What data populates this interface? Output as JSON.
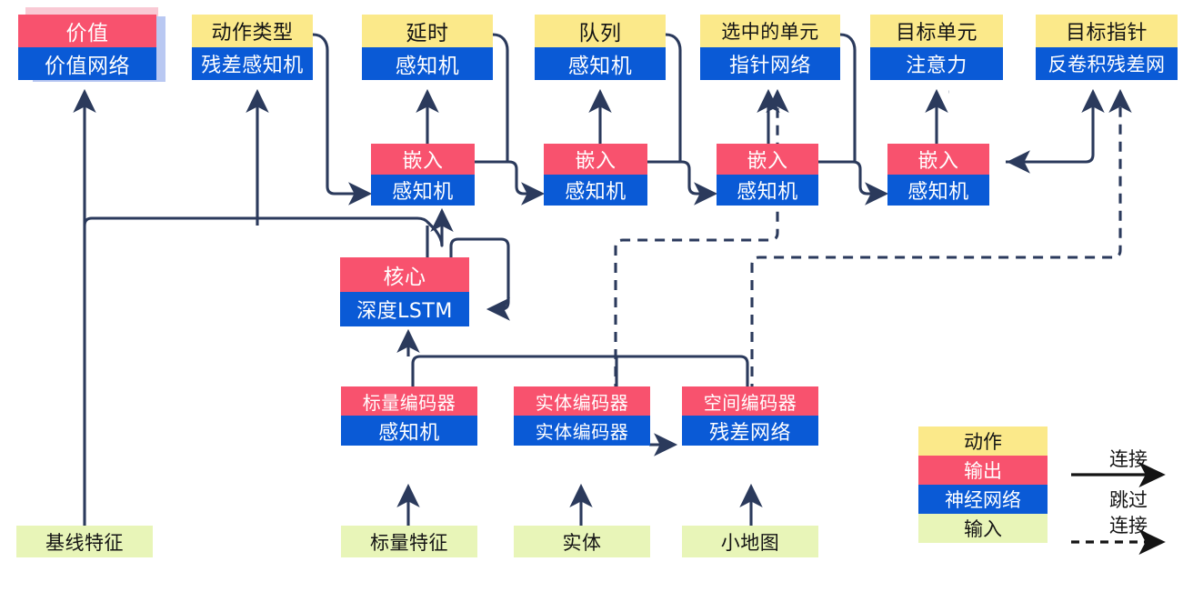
{
  "diagram": {
    "title": "AlphaStar-style agent architecture (Chinese labels)",
    "colors": {
      "output": "#f8526e",
      "action": "#fbe98a",
      "network": "#0a5ad6",
      "input": "#e8f5b8",
      "wire": "#2b3a5c",
      "shadow_pink": "#f9c9d4",
      "shadow_blue": "#b9c8f2"
    },
    "heads": [
      {
        "name": "value",
        "top": "价值",
        "top_kind": "output",
        "bottom": "价值网络",
        "stacked": true
      },
      {
        "name": "action-type",
        "top": "动作类型",
        "top_kind": "action",
        "bottom": "残差感知机",
        "stacked": false
      },
      {
        "name": "delay",
        "top": "延时",
        "top_kind": "action",
        "bottom": "感知机",
        "stacked": false
      },
      {
        "name": "queued",
        "top": "队列",
        "top_kind": "action",
        "bottom": "感知机",
        "stacked": false
      },
      {
        "name": "selected-units",
        "top": "选中的单元",
        "top_kind": "action",
        "bottom": "指针网络",
        "stacked": false
      },
      {
        "name": "target-unit",
        "top": "目标单元",
        "top_kind": "action",
        "bottom": "注意力",
        "stacked": false
      },
      {
        "name": "target-point",
        "top": "目标指针",
        "top_kind": "action",
        "bottom": "反卷积残差网",
        "stacked": false
      }
    ],
    "embeds": [
      {
        "name": "embed-1",
        "top": "嵌入",
        "bottom": "感知机"
      },
      {
        "name": "embed-2",
        "top": "嵌入",
        "bottom": "感知机"
      },
      {
        "name": "embed-3",
        "top": "嵌入",
        "bottom": "感知机"
      },
      {
        "name": "embed-4",
        "top": "嵌入",
        "bottom": "感知机"
      }
    ],
    "core": {
      "name": "core",
      "top": "核心",
      "bottom": "深度LSTM"
    },
    "encoders": [
      {
        "name": "scalar-encoder",
        "top": "标量编码器",
        "bottom": "感知机"
      },
      {
        "name": "entity-encoder",
        "top": "实体编码器",
        "bottom": "实体编码器"
      },
      {
        "name": "spatial-encoder",
        "top": "空间编码器",
        "bottom": "残差网络"
      }
    ],
    "inputs": [
      {
        "name": "baseline-features",
        "label": "基线特征"
      },
      {
        "name": "scalar-features",
        "label": "标量特征"
      },
      {
        "name": "entities",
        "label": "实体"
      },
      {
        "name": "minimap",
        "label": "小地图"
      }
    ],
    "legend": {
      "swatches": [
        {
          "name": "legend-action",
          "label": "动作",
          "kind": "action"
        },
        {
          "name": "legend-output",
          "label": "输出",
          "kind": "output"
        },
        {
          "name": "legend-network",
          "label": "神经网络",
          "kind": "network"
        },
        {
          "name": "legend-input",
          "label": "输入",
          "kind": "input"
        }
      ],
      "connection_label": "连接",
      "skip_label_line1": "跳过",
      "skip_label_line2": "连接"
    }
  }
}
